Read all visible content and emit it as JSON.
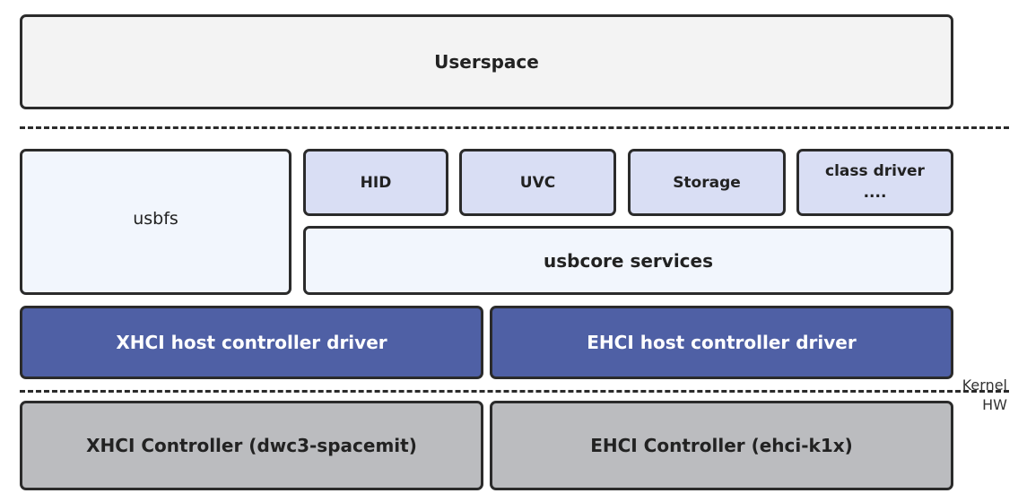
{
  "diagram": {
    "userspace": "Userspace",
    "usbfs": "usbfs",
    "class_drivers": {
      "hid": "HID",
      "uvc": "UVC",
      "storage": "Storage",
      "class_driver_line1": "class driver",
      "class_driver_line2": "...."
    },
    "usbcore": "usbcore services",
    "host_controller_drivers": {
      "xhci": "XHCI host controller driver",
      "ehci": "EHCI host controller driver"
    },
    "controllers": {
      "xhci": "XHCI Controller (dwc3-spacemit)",
      "ehci": "EHCI Controller (ehci-k1x)"
    },
    "layer_labels": {
      "kernel": "Kernel",
      "hw": "HW"
    }
  },
  "colors": {
    "userspace_fill": "#f3f3f3",
    "light_fill": "#f2f6fd",
    "class_fill": "#d9def4",
    "driver_fill": "#4f60a5",
    "controller_fill": "#bbbcbf",
    "border": "#2b2b2b"
  }
}
